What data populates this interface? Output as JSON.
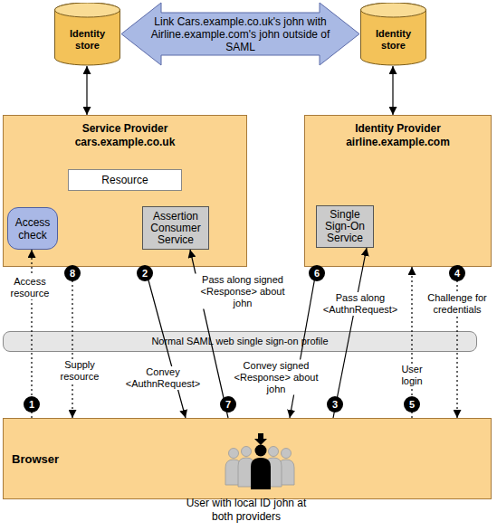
{
  "diagram": {
    "nodes": [
      {
        "text": [
          "Identity store"
        ]
      },
      {
        "text": [
          "Link Cars.example.co.uk's john with Airline.example.com's john outside of SAML"
        ]
      },
      {
        "text": [
          "Identity store"
        ]
      },
      {
        "text": [
          "Service Provider cars.example.co.uk"
        ]
      },
      {
        "text": [
          "Resource"
        ],
        "in": 3
      },
      {
        "text": [
          "Access check"
        ],
        "in": 3
      },
      {
        "text": [
          "Assertion Consumer Service"
        ],
        "in": 3
      },
      {
        "text": [
          "Identity Provider airline.example.com"
        ]
      },
      {
        "text": [
          "Single Sign-On Service"
        ],
        "in": 7
      },
      {
        "text": [
          "Normal SAML web single sign-on profile"
        ]
      },
      {
        "text": [
          "Browser"
        ]
      }
    ],
    "edges": [
      {
        "from": 0,
        "to": 3,
        "arrow": "both"
      },
      {
        "from": 2,
        "to": 7,
        "arrow": "both"
      },
      {
        "from": 10,
        "to": 5,
        "label": "Access resource",
        "arrow": "to"
      },
      {
        "from": 3,
        "to": 10,
        "label": "Convey <AuthnRequest>",
        "arrow": "to"
      },
      {
        "from": 10,
        "to": 8,
        "label": "Pass along <AuthnRequest>",
        "arrow": "to"
      },
      {
        "from": 7,
        "to": 10,
        "label": "Challenge for credentials",
        "arrow": "to"
      },
      {
        "from": 10,
        "to": 7,
        "label": "User login",
        "arrow": "to"
      },
      {
        "from": 7,
        "to": 10,
        "label": "Convey signed <Response> about john",
        "arrow": "to"
      },
      {
        "from": 10,
        "to": 6,
        "label": "Pass along signed <Response> about john",
        "arrow": "to"
      },
      {
        "from": 3,
        "to": 10,
        "label": "Supply resource",
        "arrow": "to"
      }
    ],
    "labels": [
      "1",
      "2",
      "3",
      "4",
      "5",
      "6",
      "7",
      "8",
      "User with local ID john at both providers"
    ]
  }
}
